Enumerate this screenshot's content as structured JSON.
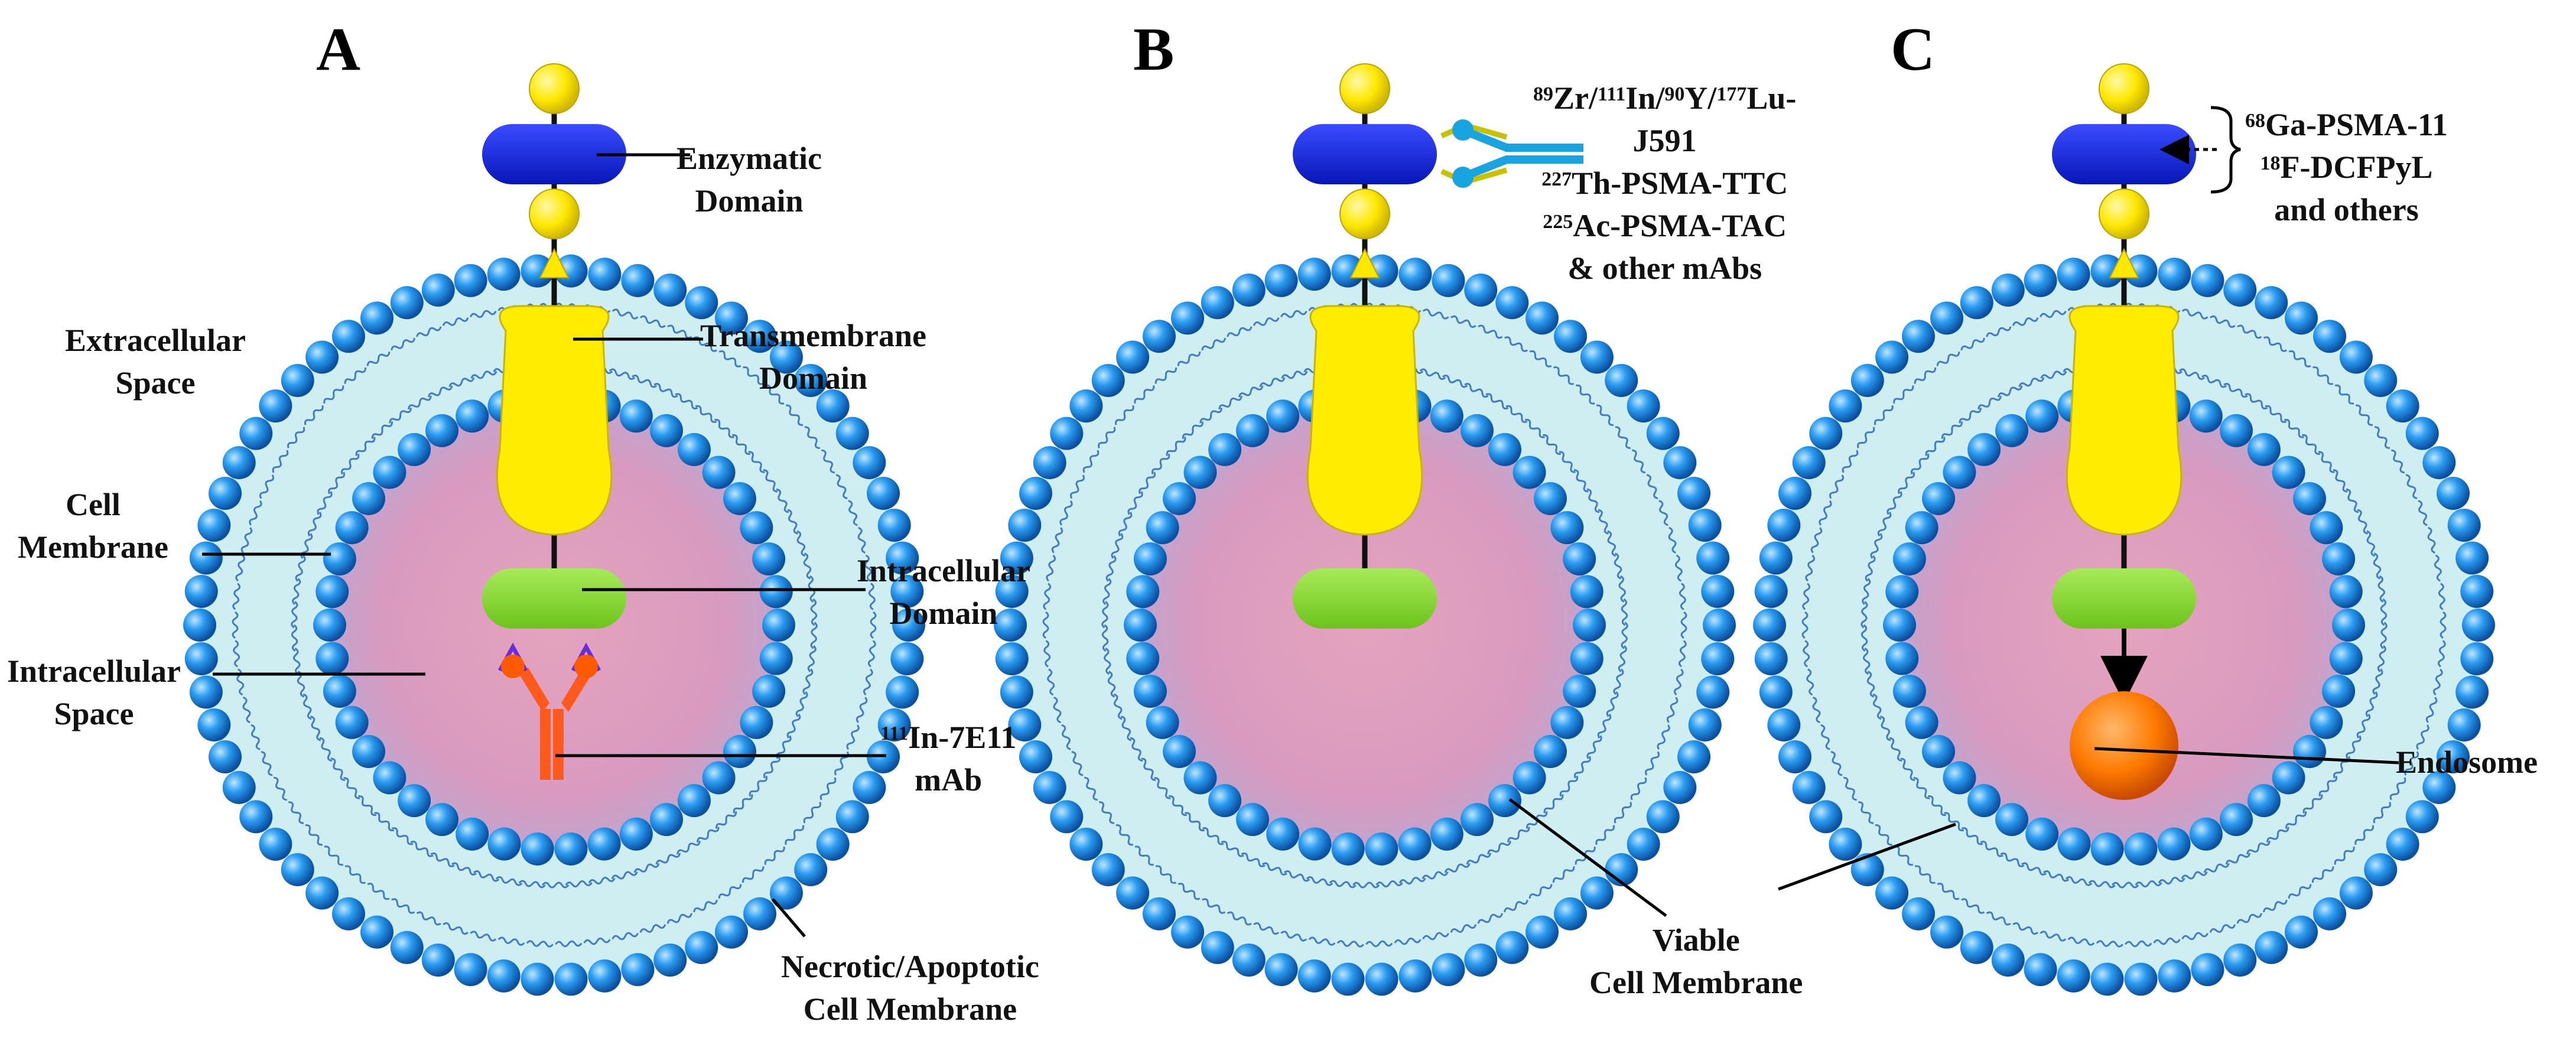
{
  "panels": [
    {
      "letter": "A"
    },
    {
      "letter": "B"
    },
    {
      "letter": "C"
    }
  ],
  "labels_a": {
    "enzymatic": [
      "Enzymatic",
      "Domain"
    ],
    "transmembrane": [
      "Transmembrane",
      "Domain"
    ],
    "extracellular": [
      "Extracellular",
      "Space"
    ],
    "cell_membrane": [
      "Cell",
      "Membrane"
    ],
    "intracellular_domain": [
      "Intracellular",
      "Domain"
    ],
    "intracellular_space": [
      "Intracellular",
      "Space"
    ],
    "mab_sup": "111",
    "mab_line1": "In-7E11",
    "mab_line2": "mAb",
    "necrotic": [
      "Necrotic/Apoptotic",
      "Cell Membrane"
    ]
  },
  "labels_b": {
    "line1_sup1": "89",
    "line1_t1": "Zr/",
    "line1_sup2": "111",
    "line1_t2": "In/",
    "line1_sup3": "90",
    "line1_t3": "Y/",
    "line1_sup4": "177",
    "line1_t4": "Lu-",
    "line2": "J591",
    "line3_sup": "227",
    "line3_t": "Th-PSMA-TTC",
    "line4_sup": "225",
    "line4_t": "Ac-PSMA-TAC",
    "line5": "& other mAbs",
    "viable": [
      "Viable",
      "Cell Membrane"
    ]
  },
  "labels_c": {
    "ga_sup": "68",
    "ga_t": "Ga-PSMA-11",
    "f_sup": "18",
    "f_t": "F-DCFPyL",
    "others": "and others",
    "endosome": "Endosome"
  },
  "colors": {
    "bead": "#1a8fe0",
    "bead_dark": "#0a52a8",
    "enzymatic": "#1226d8",
    "transmembrane": "#ffec00",
    "intracellular": "#88d82a",
    "endosome": "#ff7a00",
    "antibody_7e11": "#ff5a1e",
    "antibody_j591": "#1aa4d8",
    "cytoplasm": "#e09ab6",
    "lipid_zone": "#bfe9ef"
  },
  "icons": [
    "phospholipid-bilayer-icon",
    "antibody-icon",
    "psma-receptor-icon",
    "endosome-icon"
  ]
}
